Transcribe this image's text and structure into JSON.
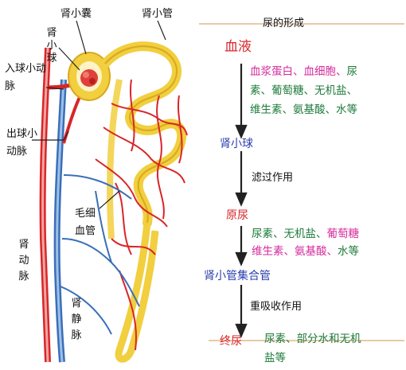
{
  "anatomy": {
    "bowman_capsule": "肾小囊",
    "renal_tubule": "肾小管",
    "glomerulus": "肾小球",
    "afferent_arteriole": "入球小动脉",
    "efferent_arteriole": "出球小动脉",
    "capillaries": "毛细血管",
    "renal_artery": "肾动脉",
    "renal_vein": "肾静脉"
  },
  "flow": {
    "title": "尿的形成",
    "blood": "血液",
    "blood_components_line1_pink": "血浆蛋白、血细胞、",
    "blood_components_line1_green": "尿",
    "blood_components_line2_green1": "素、葡萄糖、",
    "blood_components_line2_green2": "无机盐、",
    "blood_components_line3": "维生素、氨基酸、水等",
    "glomerulus": "肾小球",
    "filtration": "滤过作用",
    "primary_urine": "原尿",
    "primary_components_line1_green": "尿素、无机盐、",
    "primary_components_line1_pink": "葡萄糖",
    "primary_components_line2_pink": "维生素、氨基酸、",
    "primary_components_line2_green": "水等",
    "collecting_duct": "肾小管集合管",
    "reabsorption": "重吸收作用",
    "final_urine": "终尿",
    "final_components_line1": "尿素、部分水和无机",
    "final_components_line2": "盐等"
  },
  "colors": {
    "blood_red": "#d8262a",
    "tubule_yellow": "#f1cf3e",
    "vein_blue": "#3a6fb8",
    "arrow": "#222222",
    "rule_line": "#e2b88a"
  }
}
